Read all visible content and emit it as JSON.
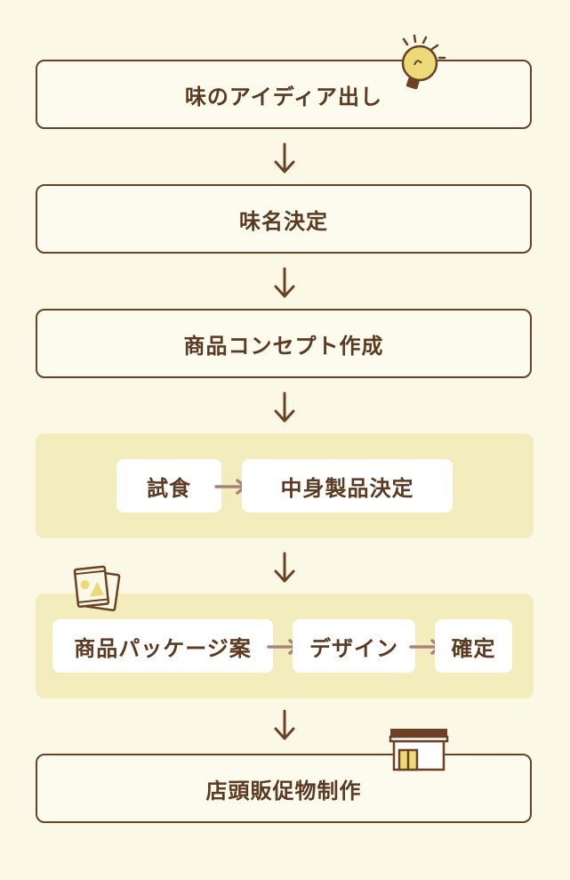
{
  "steps": [
    "味のアイディア出し",
    "味名決定",
    "商品コンセプト作成",
    "店頭販促物制作"
  ],
  "tasting_group": {
    "items": [
      "試食",
      "中身製品決定"
    ]
  },
  "package_group": {
    "items": [
      "商品パッケージ案",
      "デザイン",
      "確定"
    ]
  },
  "colors": {
    "background": "#fbf8e6",
    "border": "#6b4226",
    "text": "#5c3a21",
    "panel": "#f3ecbd",
    "chip": "#ffffff",
    "arrow_right": "#a98478",
    "bulb": "#ecd977"
  },
  "icons": {
    "step1": "lightbulb-icon",
    "package": "snack-package-icon",
    "store": "store-icon"
  }
}
